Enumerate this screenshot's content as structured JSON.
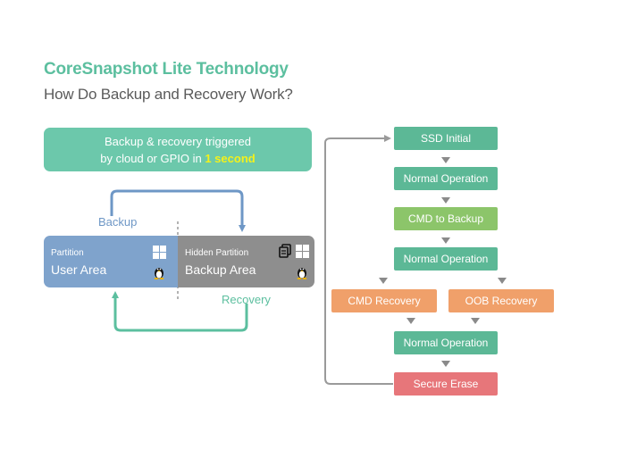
{
  "header": {
    "title": "CoreSnapshot Lite Technology",
    "subtitle": "How Do Backup and Recovery Work?"
  },
  "trigger": {
    "line1": "Backup & recovery triggered",
    "line2_prefix": "by cloud or GPIO in ",
    "line2_highlight": "1 second",
    "highlight_color": "#f4f11a"
  },
  "partitions": {
    "user": {
      "label_small": "Partition",
      "label_big": "User Area",
      "color": "#7fa3cc",
      "icons": [
        "windows-icon",
        "linux-icon"
      ]
    },
    "hidden": {
      "label_small": "Hidden Partition",
      "label_big": "Backup Area",
      "color": "#8e8e8e",
      "icons": [
        "copy-icon",
        "windows-icon",
        "linux-icon"
      ]
    },
    "backup_label": "Backup",
    "recovery_label": "Recovery",
    "backup_color": "#6e97c6",
    "recovery_color": "#5cbf9f"
  },
  "flow": {
    "ssd_initial": "SSD Initial",
    "normal_1": "Normal Operation",
    "cmd_backup": "CMD to Backup",
    "normal_2": "Normal Operation",
    "cmd_recovery": "CMD Recovery",
    "oob_recovery": "OOB Recovery",
    "normal_3": "Normal Operation",
    "secure_erase": "Secure Erase"
  },
  "colors": {
    "title": "#5cbf9f",
    "green_box": "#5cb896",
    "lime_box": "#8cc56a",
    "orange_box": "#f0a06a",
    "red_box": "#e7767a",
    "arrow_gray": "#8a8a8a"
  }
}
